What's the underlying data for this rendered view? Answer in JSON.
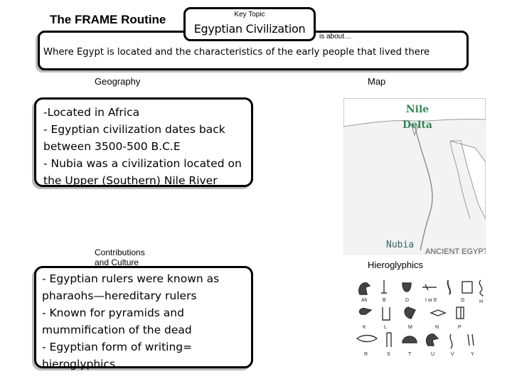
{
  "header": {
    "frame_title": "The FRAME Routine",
    "key_topic_label": "Key Topic",
    "key_topic": "Egyptian Civilization",
    "about_label": "is about…",
    "about_text": "Where Egypt is located and the characteristics of the early people that lived there"
  },
  "geography": {
    "heading": "Geography",
    "text": "-Located in Africa\n- Egyptian civilization dates back between 3500-500 B.C.E\n- Nubia was a civilization located on the Upper (Southern) Nile River"
  },
  "map": {
    "heading": "Map",
    "label_nile": "Nile",
    "label_delta": "Delta",
    "label_nubia": "Nubia",
    "caption": "ANCIENT EGYPT",
    "colors": {
      "nile_label": "#2e8b57",
      "nubia_label": "#2e6b5e"
    }
  },
  "contributions": {
    "heading_line1": "Contributions",
    "heading_line2": "and Culture",
    "text": "- Egyptian rulers were known as pharaohs—hereditary rulers\n- Known for pyramids and mummification of the dead\n- Egyptian form of writing= hieroglyphics"
  },
  "hieroglyphics": {
    "heading": "Hieroglyphics",
    "row1": [
      "Ah",
      "B",
      "D",
      "I or E",
      "G",
      "H"
    ],
    "row2": [
      "K",
      "L",
      "M",
      "N",
      "P"
    ],
    "row3": [
      "R",
      "S",
      "T",
      "U",
      "V",
      "Y"
    ]
  }
}
